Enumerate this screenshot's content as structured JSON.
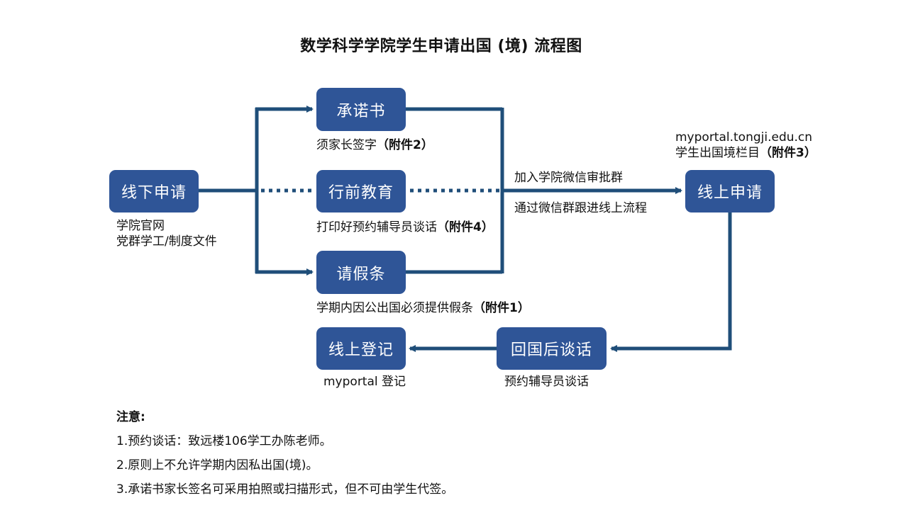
{
  "title": "数学科学学院学生申请出国 (境) 流程图",
  "nodes": {
    "offline_apply": "线下申请",
    "commitment": "承诺书",
    "pre_trip_education": "行前教育",
    "leave_request": "请假条",
    "online_apply": "线上申请",
    "return_talk": "回国后谈话",
    "online_register": "线上登记"
  },
  "notes_under": {
    "offline_apply_line1": "学院官网",
    "offline_apply_line2": "党群学工/制度文件",
    "commitment_text": "须家长签字",
    "commitment_attach": "（附件2）",
    "pre_trip_text": "打印好预约辅导员谈话",
    "pre_trip_attach": "（附件4）",
    "leave_text": "学期内因公出国必须提供假条",
    "leave_attach": "（附件1）",
    "portal_line1": "myportal.tongji.edu.cn",
    "portal_line2": "学生出国境栏目",
    "portal_attach": "（附件3）",
    "merge_top": "加入学院微信审批群",
    "merge_bottom": "通过微信群跟进线上流程",
    "return_talk_note": "预约辅导员谈话",
    "register_note": "myportal 登记"
  },
  "footer": {
    "heading": "注意:",
    "items": [
      "1.预约谈话：致远楼106学工办陈老师。",
      "2.原则上不允许学期内因私出国(境)。",
      "3.承诺书家长签名可采用拍照或扫描形式，但不可由学生代签。"
    ]
  },
  "colors": {
    "box_fill": "#2f5597",
    "line": "#1f4e79",
    "box_text": "#ffffff"
  }
}
